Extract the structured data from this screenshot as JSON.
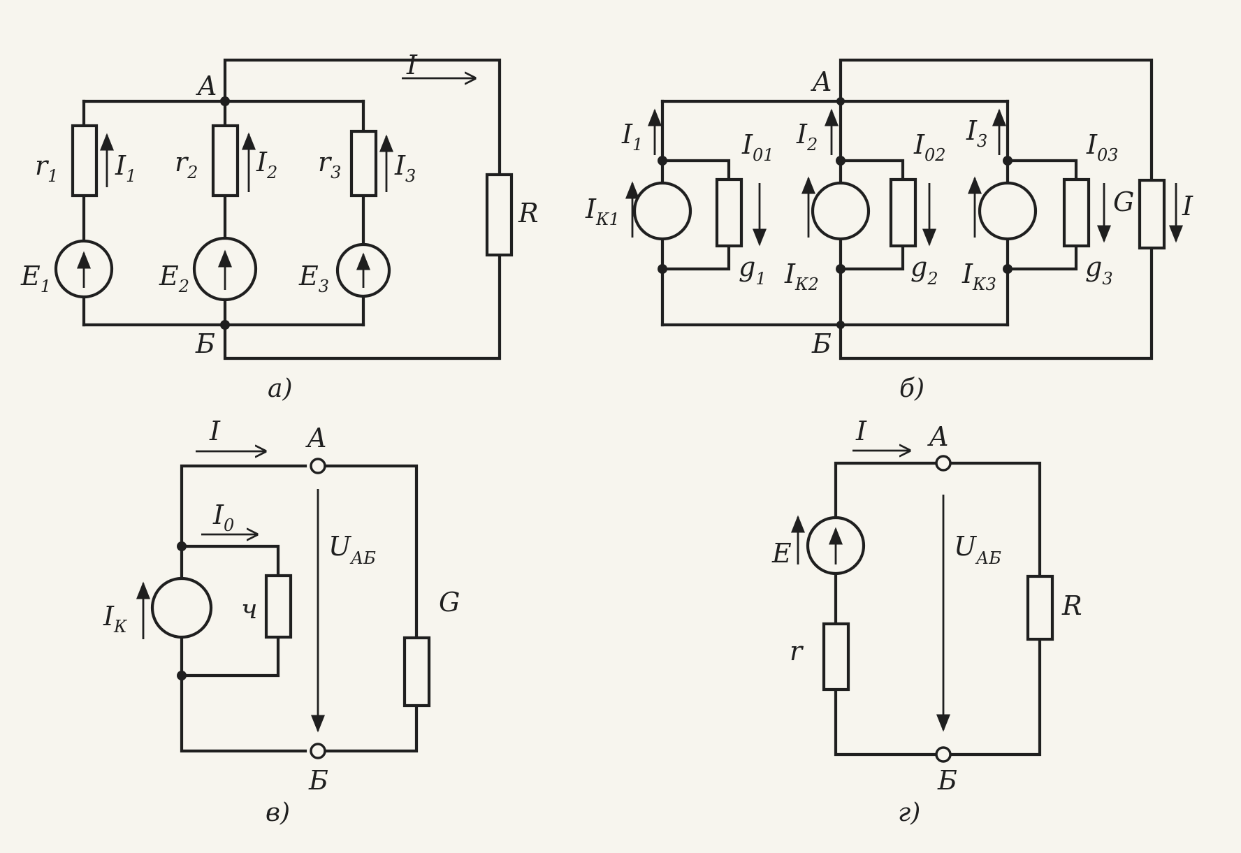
{
  "panel_a": {
    "caption": "а)",
    "node_a": "A",
    "node_b": "Б",
    "current_total": "I",
    "r1": "r",
    "r1_sub": "1",
    "r2": "r",
    "r2_sub": "2",
    "r3": "r",
    "r3_sub": "3",
    "i1": "I",
    "i1_sub": "1",
    "i2": "I",
    "i2_sub": "2",
    "i3": "I",
    "i3_sub": "3",
    "e1": "E",
    "e1_sub": "1",
    "e2": "E",
    "e2_sub": "2",
    "e3": "E",
    "e3_sub": "3",
    "load": "R"
  },
  "panel_b": {
    "caption": "б)",
    "node_a": "A",
    "node_b": "Б",
    "i1": "I",
    "i1_sub": "1",
    "i2": "I",
    "i2_sub": "2",
    "i3": "I",
    "i3_sub": "3",
    "i01": "I",
    "i01_sub": "01",
    "i02": "I",
    "i02_sub": "02",
    "i03": "I",
    "i03_sub": "03",
    "ik1": "I",
    "ik1_sub": "К1",
    "ik2": "I",
    "ik2_sub": "К2",
    "ik3": "I",
    "ik3_sub": "К3",
    "g1": "g",
    "g1_sub": "1",
    "g2": "g",
    "g2_sub": "2",
    "g3": "g",
    "g3_sub": "3",
    "load": "G",
    "load_current": "I"
  },
  "panel_c": {
    "caption": "в)",
    "node_a": "A",
    "node_b": "Б",
    "current": "I",
    "i0": "I",
    "i0_sub": "0",
    "ik": "I",
    "ik_sub": "К",
    "g_internal": "ч",
    "voltage": "U",
    "voltage_sub": "АБ",
    "load": "G"
  },
  "panel_d": {
    "caption": "г)",
    "node_a": "A",
    "node_b": "Б",
    "current": "I",
    "emf": "E",
    "r_internal": "r",
    "voltage": "U",
    "voltage_sub": "АБ",
    "load": "R"
  }
}
